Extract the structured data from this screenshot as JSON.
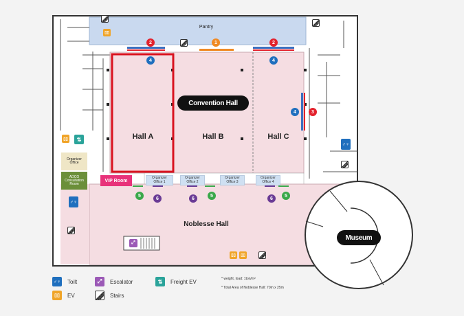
{
  "map": {
    "pantry_label": "Pantry",
    "halls": [
      {
        "id": "hall-a",
        "label": "Hall A",
        "selected": true
      },
      {
        "id": "hall-b",
        "label": "Hall B",
        "selected": false
      },
      {
        "id": "hall-c",
        "label": "Hall C",
        "selected": false
      }
    ],
    "convention_hall_label": "Convention Hall",
    "noblesse_hall_label": "Noblesse Hall",
    "vip_room_label": "VIP Room",
    "museum_label": "Museum",
    "organizer_office_left": "Organizer Office",
    "adco_room": "ADCO Consultation Room",
    "organizer_offices": [
      {
        "line1": "Organizer",
        "line2": "Office 1"
      },
      {
        "line1": "Organizer",
        "line2": "Office 2"
      },
      {
        "line1": "Organizer",
        "line2": "Office 3"
      },
      {
        "line1": "Organizer",
        "line2": "Office 4"
      }
    ],
    "gate_numbers": {
      "g1": "1",
      "g2a": "2",
      "g2b": "2",
      "g3": "3",
      "g4a": "4",
      "g4b": "4",
      "g4c": "4",
      "g5a": "5",
      "g5b": "5",
      "g5c": "5",
      "g6a": "6",
      "g6b": "6",
      "g6c": "6"
    },
    "colors": {
      "hall_fill": "#f5dde2",
      "selected_outline": "#d9121f",
      "service_blue": "#c9d9ef",
      "vip_pink": "#e8327a",
      "adco_green": "#6b8f3a",
      "office_beige": "#efe6c6"
    }
  },
  "legend": {
    "toilet": "Toilt",
    "ev": "EV",
    "escalator": "Escalator",
    "stairs": "Stairs",
    "freight_ev": "Freight EV",
    "note_weight": "* weight, load: 1ton/m²",
    "note_area": "* Total Area of Noblesse Hall: 70m x 25m"
  },
  "icons": [
    "toilet-icon",
    "ev-icon",
    "escalator-icon",
    "stairs-icon",
    "freight-ev-icon"
  ]
}
